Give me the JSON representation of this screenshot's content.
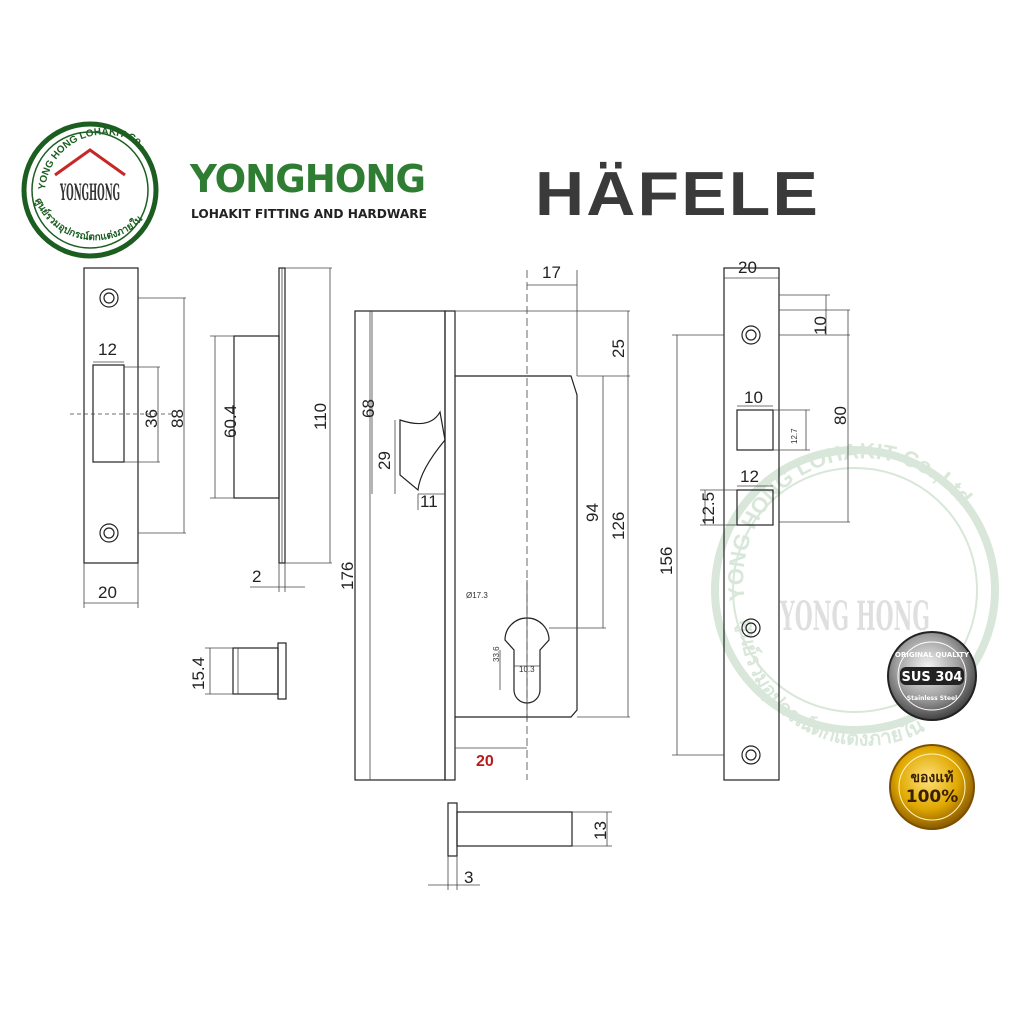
{
  "header": {
    "seal_text_top": "YONG HONG LOHAKIT Co.,Ltd",
    "seal_text_bottom": "ศูนย์รวมอุปกรณ์ตกแต่งภายใน",
    "seal_mark": "YONGHONG",
    "brand_main": "YONGHONG",
    "brand_sub": "LOHAKIT FITTING AND HARDWARE",
    "hafele_logo": "HÄFELE"
  },
  "dimensions": {
    "strike_width": "20",
    "strike_opening_width": "12",
    "strike_opening_height": "36",
    "strike_height": "88",
    "bolt_height": "60.4",
    "side_plate_height": "110",
    "side_plate_thickness": "2",
    "spindle_diameter": "15.4",
    "body_top_offset": "68",
    "hook_height": "29",
    "hook_depth": "11",
    "total_height": "176",
    "top_width": "17",
    "top_offset": "25",
    "center_to_cylinder": "94",
    "case_height": "126",
    "cylinder_diameter": "Ø17.3",
    "cylinder_width": "10.3",
    "cylinder_height": "33.6",
    "backset": "20",
    "pin_height": "13",
    "pin_head": "3",
    "faceplate_width": "20",
    "faceplate_top_hole": "10",
    "faceplate_slot_width": "10",
    "faceplate_slot_height": "12.7",
    "faceplate_hole_spacing": "80",
    "faceplate_slot2_width": "12",
    "faceplate_slot2_height": "12.5",
    "faceplate_total": "156"
  },
  "badges": {
    "quality_top": "ORIGINAL QUALITY",
    "quality_main": "SUS 304",
    "quality_bottom": "Stainless Steel",
    "genuine_line1": "ของแท้",
    "genuine_line2": "100%"
  },
  "watermark": {
    "text_top": "YONG HONG LOHAKIT Co.,Ltd",
    "text_bottom": "ศูนย์รวมอุปกรณ์ตกแต่งภายใน",
    "mark": "YONG HONG"
  }
}
